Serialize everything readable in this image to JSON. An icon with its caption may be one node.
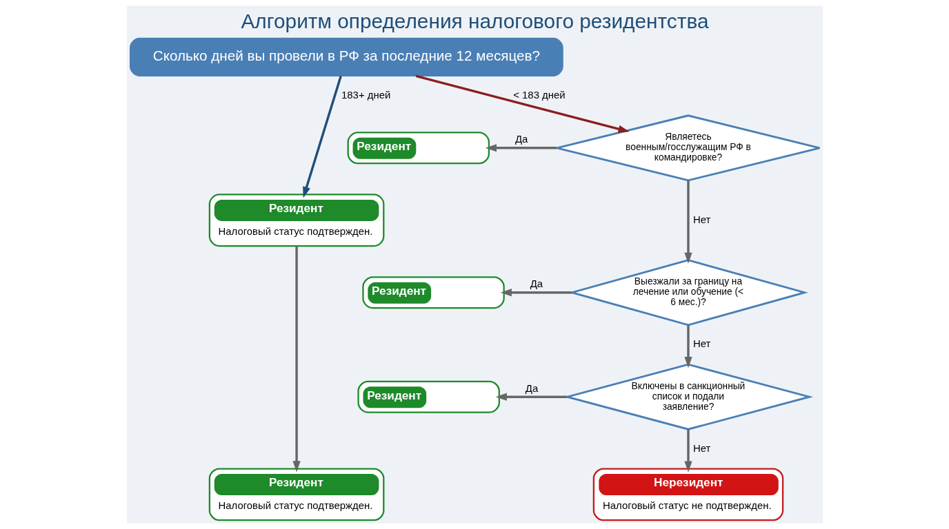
{
  "diagram": {
    "title": "Алгоритм определения налогового резидентства",
    "nodes": [
      {
        "text": [
          "Сколько дней вы провели в РФ за последние 12 месяцев?"
        ]
      },
      {
        "text": [
          "Резидент",
          "Налоговый статус подтвержден."
        ]
      },
      {
        "text": [
          "Являетесь военным/госслужащим РФ в командировке?"
        ]
      },
      {
        "text": [
          "Резидент"
        ]
      },
      {
        "text": [
          "Выезжали за границу на лечение или обучение (< 6 мес.)?"
        ]
      },
      {
        "text": [
          "Резидент"
        ]
      },
      {
        "text": [
          "Включены в санкционный список и подали заявление?"
        ]
      },
      {
        "text": [
          "Резидент"
        ]
      },
      {
        "text": [
          "Резидент",
          "Налоговый статус подтвержден."
        ]
      },
      {
        "text": [
          "Нерезидент",
          "Налоговый статус не подтвержден."
        ]
      }
    ],
    "edges": [
      {
        "from": 0,
        "to": 1,
        "arrow": "to",
        "label": "183+ дней",
        "color": "#1f4e79"
      },
      {
        "from": 0,
        "to": 2,
        "arrow": "to",
        "label": "< 183 дней",
        "color": "#8b1e1e"
      },
      {
        "from": 2,
        "to": 3,
        "arrow": "to",
        "label": "Да"
      },
      {
        "from": 2,
        "to": 4,
        "arrow": "to",
        "label": "Нет"
      },
      {
        "from": 4,
        "to": 5,
        "arrow": "to",
        "label": "Да"
      },
      {
        "from": 4,
        "to": 6,
        "arrow": "to",
        "label": "Нет"
      },
      {
        "from": 6,
        "to": 7,
        "arrow": "to",
        "label": "Да"
      },
      {
        "from": 6,
        "to": 9,
        "arrow": "to",
        "label": "Нет"
      },
      {
        "from": 1,
        "to": 8,
        "arrow": "to"
      }
    ]
  }
}
